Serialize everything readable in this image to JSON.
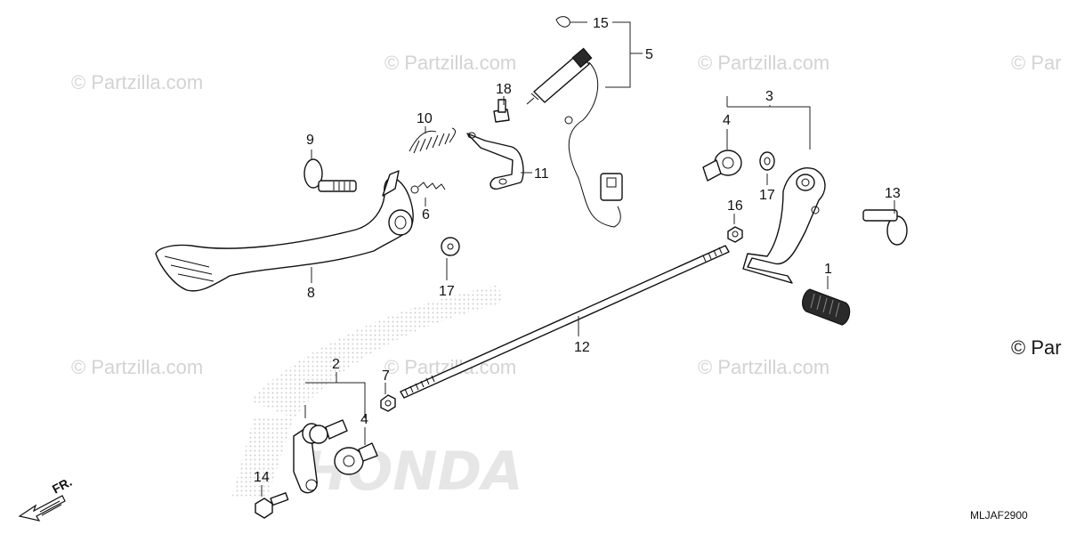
{
  "watermark": {
    "text": "© Partzilla.com",
    "text_partial": "© Par",
    "text_partial_2": "© Partzilla.com"
  },
  "logo_text": "HONDA",
  "diagram_code": "MLJAF2900",
  "direction_label": "FR.",
  "callouts": {
    "c1": "1",
    "c2": "2",
    "c3": "3",
    "c4a": "4",
    "c4b": "4",
    "c5": "5",
    "c6": "6",
    "c7": "7",
    "c8": "8",
    "c9": "9",
    "c10": "10",
    "c11": "11",
    "c12": "12",
    "c13": "13",
    "c14": "14",
    "c15": "15",
    "c16": "16",
    "c17a": "17",
    "c17b": "17",
    "c18": "18"
  },
  "colors": {
    "line": "#111111",
    "watermark": "#d3d3d3",
    "background": "#ffffff"
  }
}
